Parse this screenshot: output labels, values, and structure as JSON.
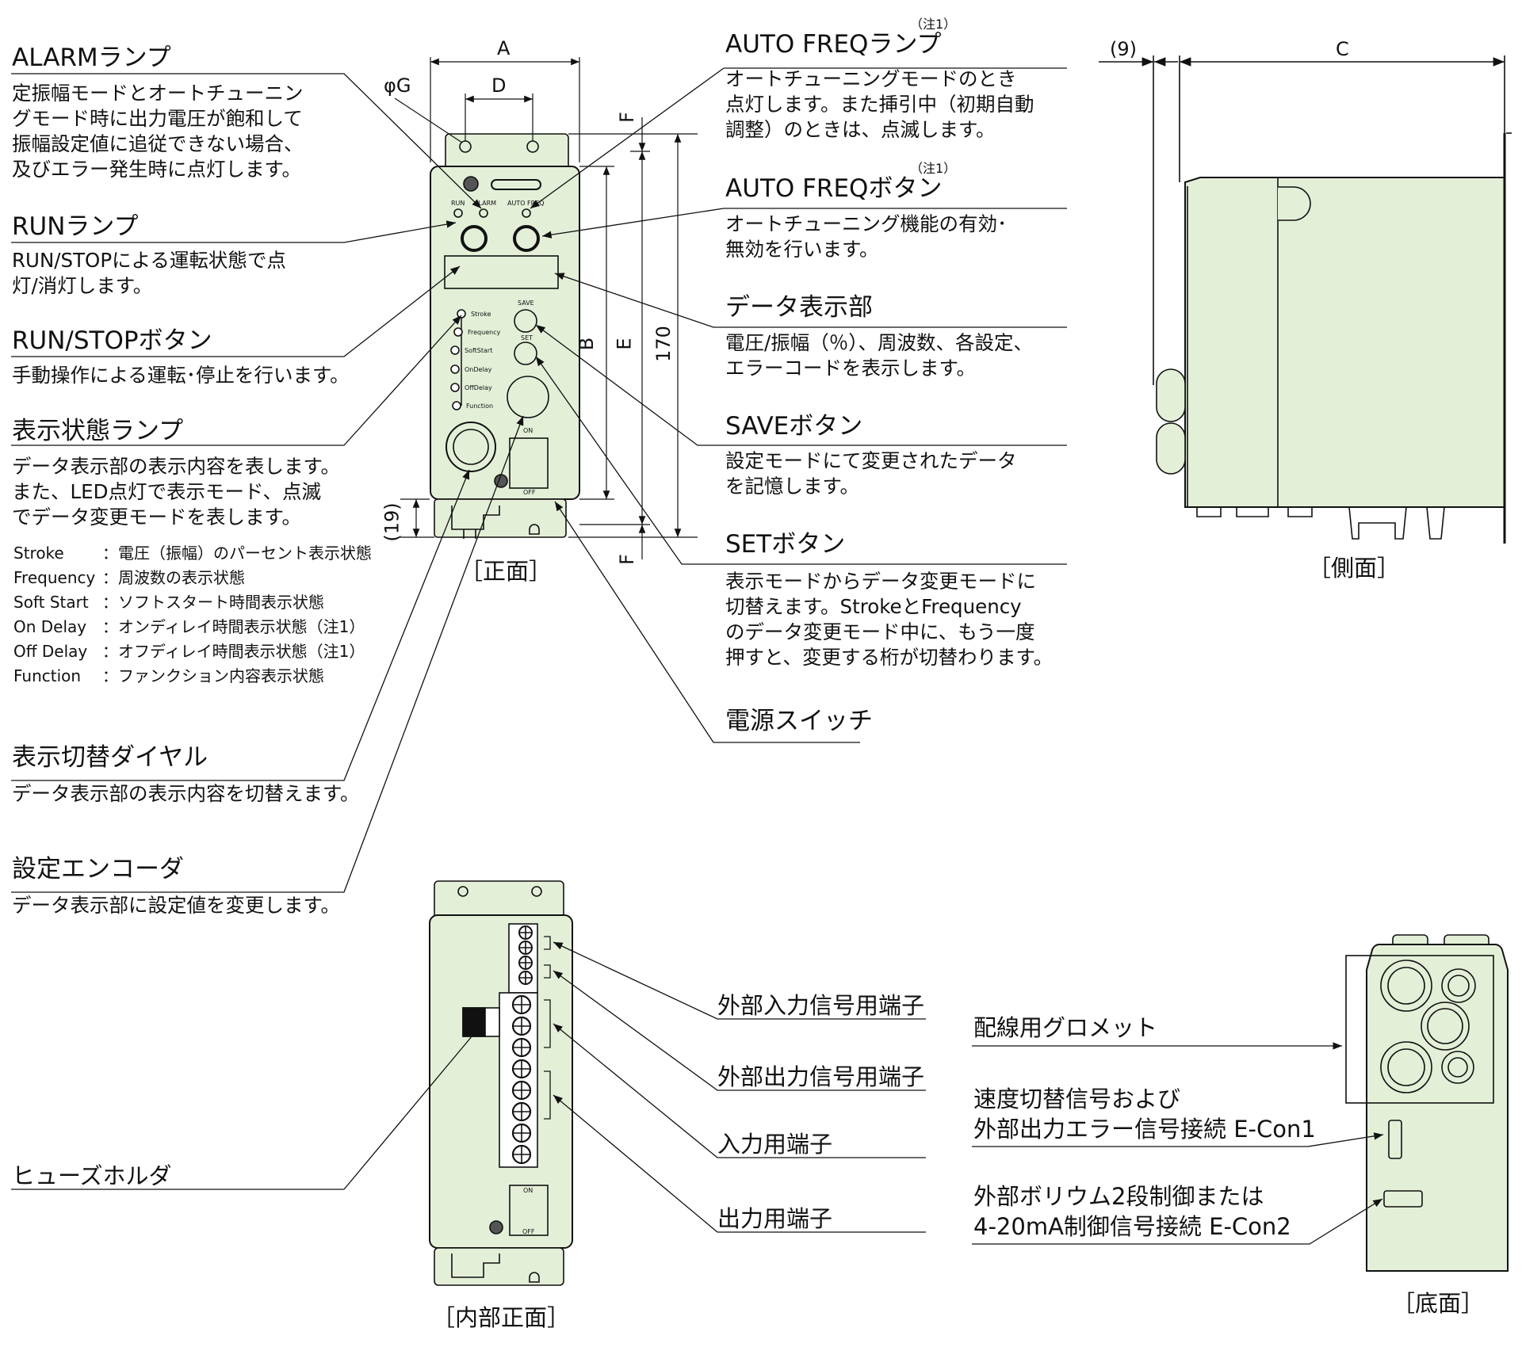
{
  "left_callouts": [
    {
      "title": "ALARMランプ",
      "desc": "定振幅モードとオートチューニン\nグモード時に出力電圧が飽和して\n振幅設定値に追従できない場合、\n及びエラー発生時に点灯します。"
    },
    {
      "title": "RUNランプ",
      "desc": "RUN/STOPによる運転状態で点\n灯/消灯します。"
    },
    {
      "title": "RUN/STOPボタン",
      "desc": "手動操作による運転･停止を行います。"
    },
    {
      "title": "表示状態ランプ",
      "desc": "データ表示部の表示内容を表します。\nまた、LED点灯で表示モード、点滅\nでデータ変更モードを表します。"
    },
    {
      "title": "表示切替ダイヤル",
      "desc": "データ表示部の表示内容を切替えます。"
    },
    {
      "title": "設定エンコーダ",
      "desc": "データ表示部に設定値を変更します。"
    }
  ],
  "legend": [
    {
      "key": "Stroke",
      "value": "：電圧（振幅）のパーセント表示状態"
    },
    {
      "key": "Frequency",
      "value": "：周波数の表示状態"
    },
    {
      "key": "Soft Start",
      "value": "：ソフトスタート時間表示状態"
    },
    {
      "key": "On Delay",
      "value": "：オンディレイ時間表示状態（注1）"
    },
    {
      "key": "Off Delay",
      "value": "：オフディレイ時間表示状態（注1）"
    },
    {
      "key": "Function",
      "value": "：ファンクション内容表示状態"
    }
  ],
  "right_callouts": [
    {
      "title": "AUTO FREQランプ",
      "note": "（注1）",
      "desc": "オートチューニングモードのとき\n点灯します。また挿引中（初期自動\n調整）のときは、点滅します。"
    },
    {
      "title": "AUTO FREQボタン",
      "note": "（注1）",
      "desc": "オートチューニング機能の有効･\n無効を行います。"
    },
    {
      "title": "データ表示部",
      "note": "",
      "desc": "電圧/振幅（％）、周波数、各設定、\nエラーコードを表示します。"
    },
    {
      "title": "SAVEボタン",
      "note": "",
      "desc": "設定モードにて変更されたデータ\nを記憶します。"
    },
    {
      "title": "SETボタン",
      "note": "",
      "desc": "表示モードからデータ変更モードに\n切替えます。StrokeとFrequency\nのデータ変更モード中に、もう一度\n押すと、変更する桁が切替わります。"
    },
    {
      "title": "電源スイッチ",
      "note": "",
      "desc": ""
    }
  ],
  "dimensions": {
    "A": "A",
    "D": "D",
    "G": "φG",
    "B": "B",
    "E": "E",
    "F_top": "F",
    "F_bottom": "F",
    "h170": "170",
    "d19": "(19)",
    "d9": "(9)",
    "C": "C"
  },
  "captions": {
    "front": "［正面］",
    "side": "［側面］",
    "inner": "［内部正面］",
    "bottom": "［底面］"
  },
  "panel_labels": {
    "run": "RUN",
    "alarm": "ALARM",
    "auto_freq": "AUTO FREQ",
    "save": "SAVE",
    "set": "SET",
    "on": "ON",
    "off": "OFF"
  },
  "panel_leds": [
    "Stroke",
    "Frequency",
    "SoftStart",
    "OnDelay",
    "OffDelay",
    "Function"
  ],
  "inner_callouts": [
    "外部入力信号用端子",
    "外部出力信号用端子",
    "入力用端子",
    "出力用端子",
    "ヒューズホルダ"
  ],
  "bottom_callouts": [
    "配線用グロメット",
    "速度切替信号および\n外部出力エラー信号接続 E-Con1",
    "外部ボリウム2段制御または\n4-20mA制御信号接続 E-Con2"
  ],
  "colors": {
    "body": "#e4efd8",
    "stroke": "#111111"
  }
}
